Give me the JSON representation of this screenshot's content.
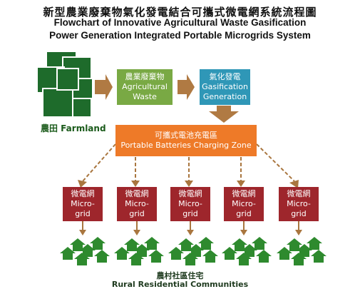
{
  "title": {
    "zh": "新型農業廢棄物氣化發電結合可攜式微電網系統流程圖",
    "en_line1": "Flowchart of Innovative Agricultural Waste Gasification",
    "en_line2": "Power Generation Integrated Portable Microgrids System"
  },
  "farmland": {
    "label": "農田 Farmland"
  },
  "waste": {
    "zh": "農業廢棄物",
    "en1": "Agricultural",
    "en2": "Waste"
  },
  "gasification": {
    "zh": "氣化發電",
    "en1": "Gasification",
    "en2": "Generation"
  },
  "charging_zone": {
    "zh": "可攜式電池充電區",
    "en": "Portable Batteries Charging Zone"
  },
  "microgrids": [
    {
      "zh": "微電網",
      "en1": "Micro-",
      "en2": "grid"
    },
    {
      "zh": "微電網",
      "en1": "Micro-",
      "en2": "grid"
    },
    {
      "zh": "微電網",
      "en1": "Micro-",
      "en2": "grid"
    },
    {
      "zh": "微電網",
      "en1": "Micro-",
      "en2": "grid"
    },
    {
      "zh": "微電網",
      "en1": "Micro-",
      "en2": "grid"
    }
  ],
  "communities": {
    "zh": "農村社區住宅",
    "en": "Rural Residential Communities"
  },
  "colors": {
    "farm_green": "#1e6b2b",
    "waste_green": "#79a944",
    "gas_blue": "#2f97b7",
    "zone_orange": "#ee7a28",
    "microgrid_red": "#9e262c",
    "arrow_brown": "#b07a43",
    "house_green": "#2e8a2e"
  }
}
